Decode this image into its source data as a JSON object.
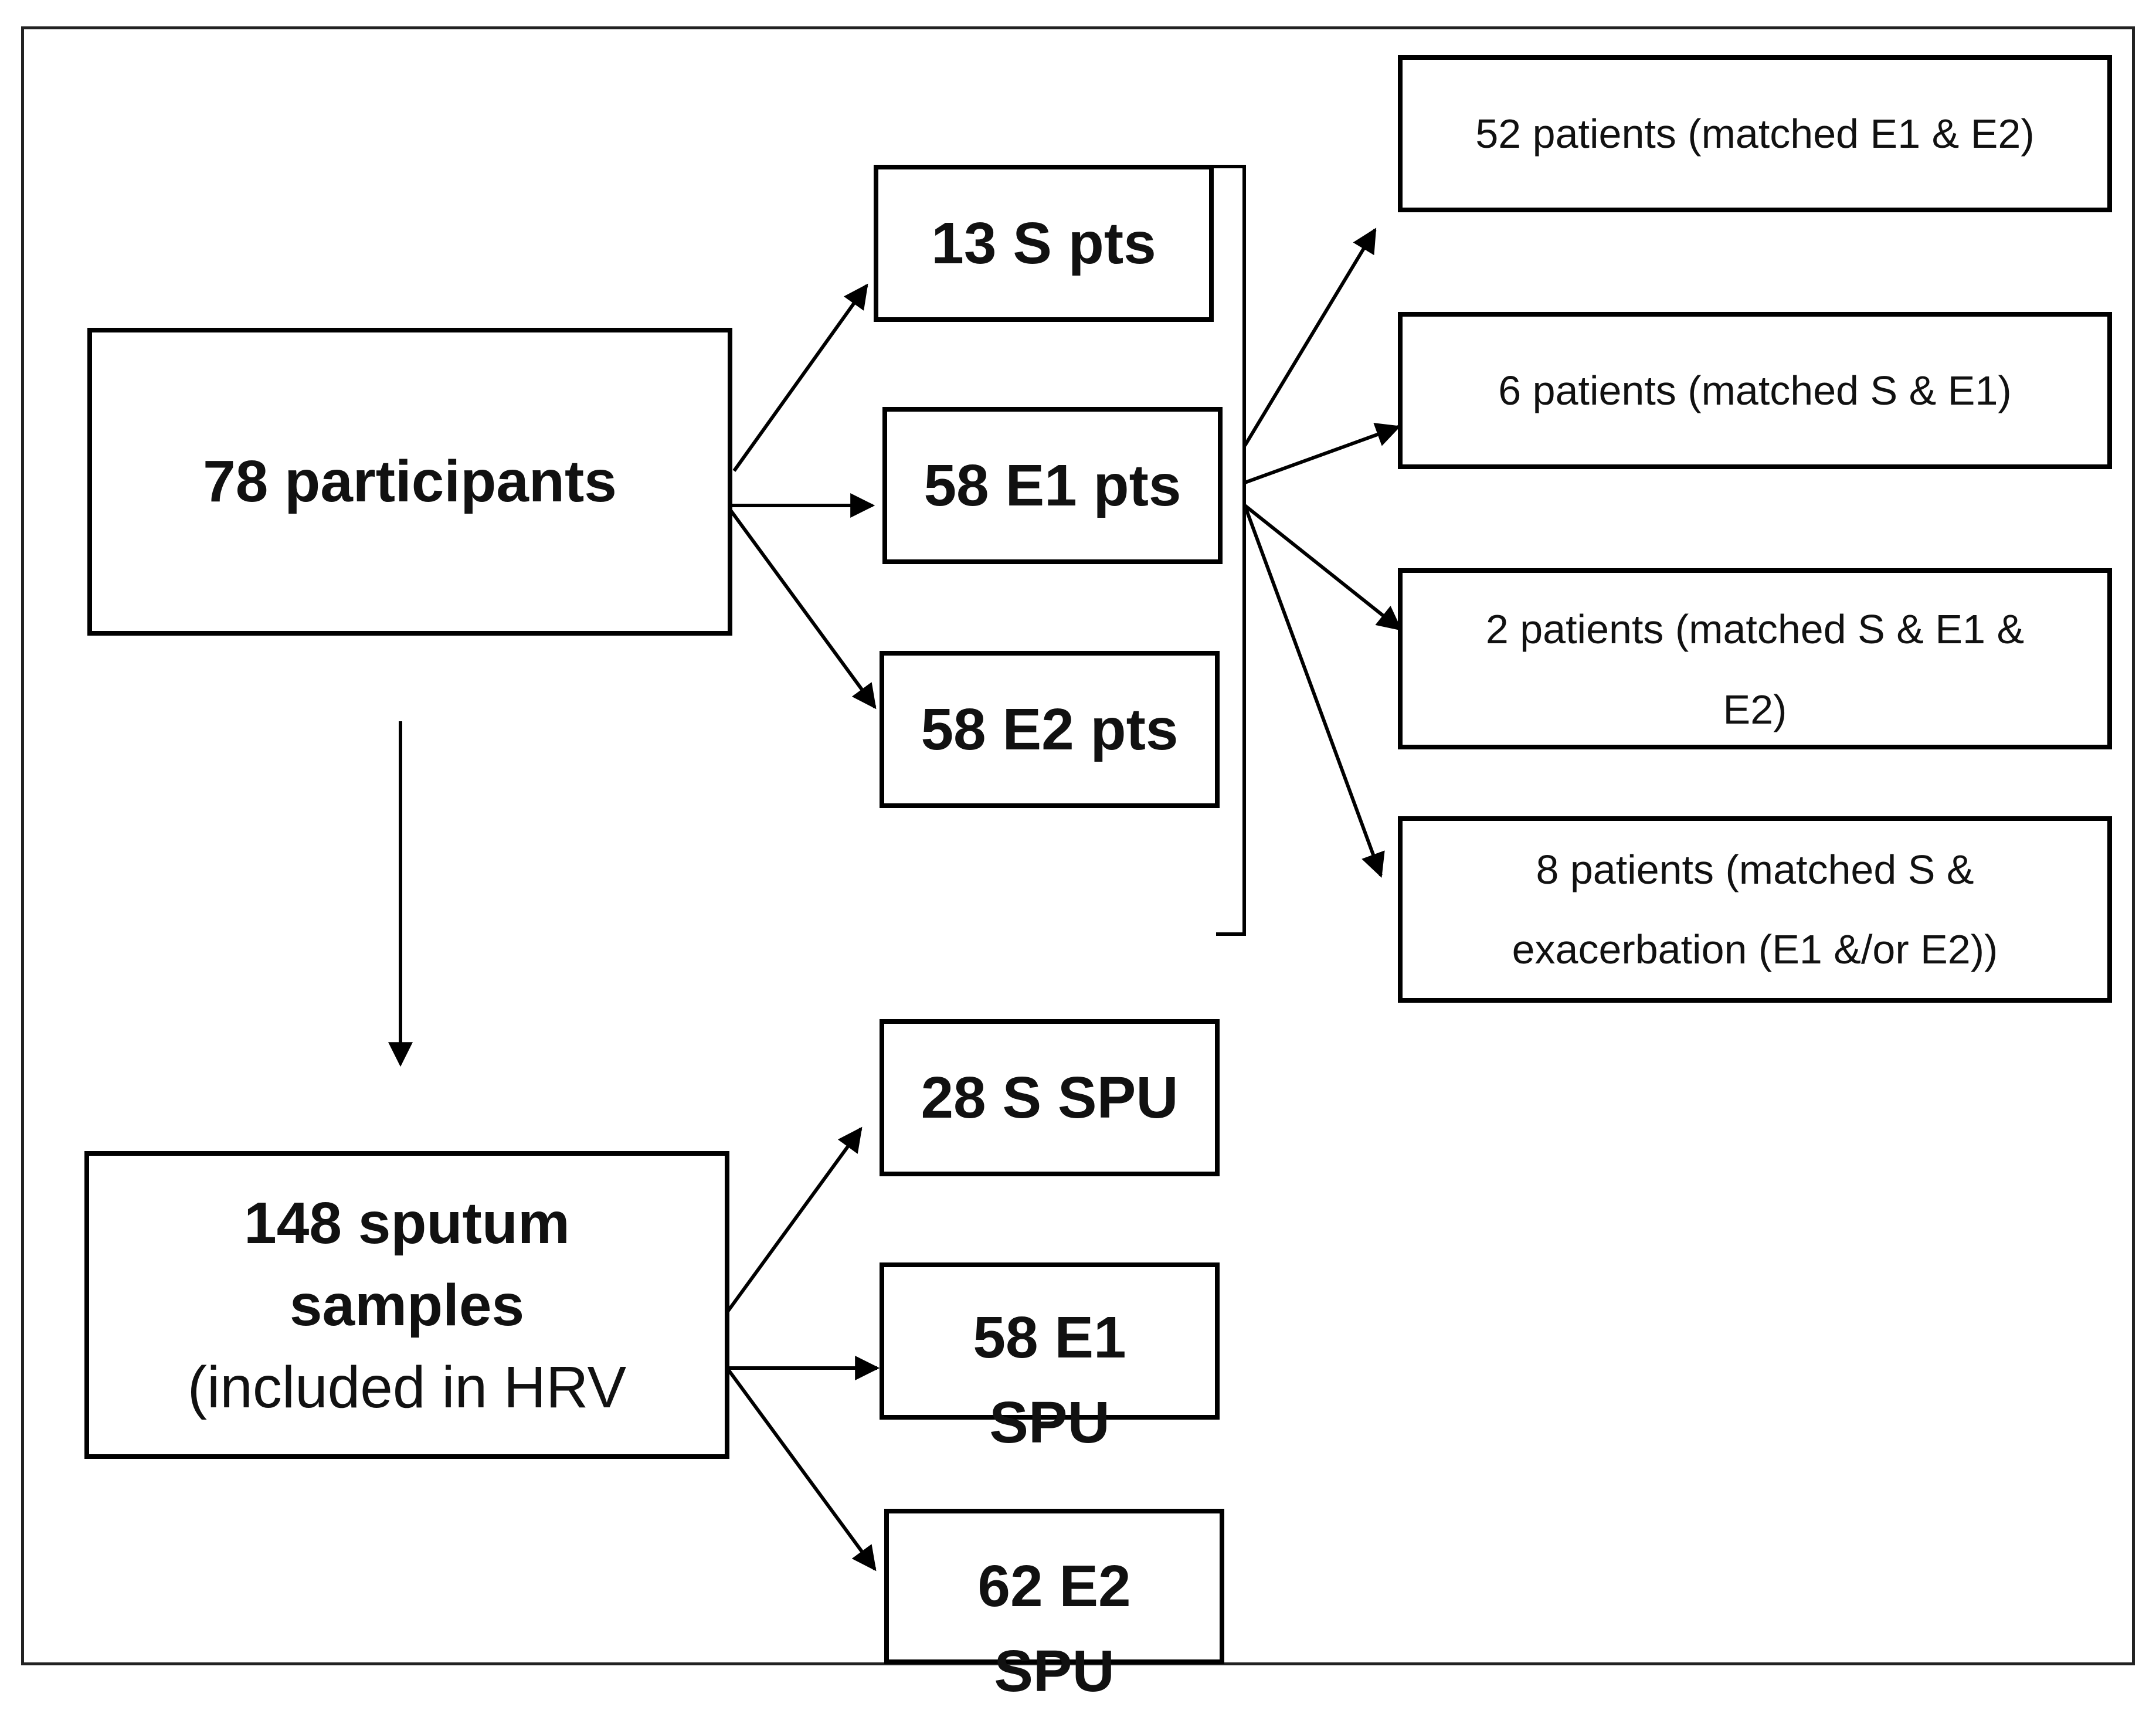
{
  "participants": "78 participants",
  "patient_groups": [
    {
      "id": "s_pts",
      "label": "13 S pts"
    },
    {
      "id": "e1_pts",
      "label": "58 E1 pts"
    },
    {
      "id": "e2_pts",
      "label": "58 E2 pts"
    }
  ],
  "matches": [
    {
      "id": "match_e1_e2",
      "label": "52 patients (matched E1 & E2)"
    },
    {
      "id": "match_s_e1",
      "label": "6 patients (matched S & E1)"
    },
    {
      "id": "match_s_e1_e2",
      "label": "2 patients (matched S & E1 & E2)"
    },
    {
      "id": "match_s_exac",
      "label": "8 patients (matched S & exacerbation (E1 &/or E2))"
    }
  ],
  "samples": {
    "line1": "148 sputum",
    "line2": "samples",
    "line3": "(included in HRV"
  },
  "sample_groups": [
    {
      "id": "s_spu",
      "label": "28 S SPU"
    },
    {
      "id": "e1_spu",
      "label": "58 E1 SPU"
    },
    {
      "id": "e2_spu",
      "label": "62 E2 SPU"
    }
  ]
}
